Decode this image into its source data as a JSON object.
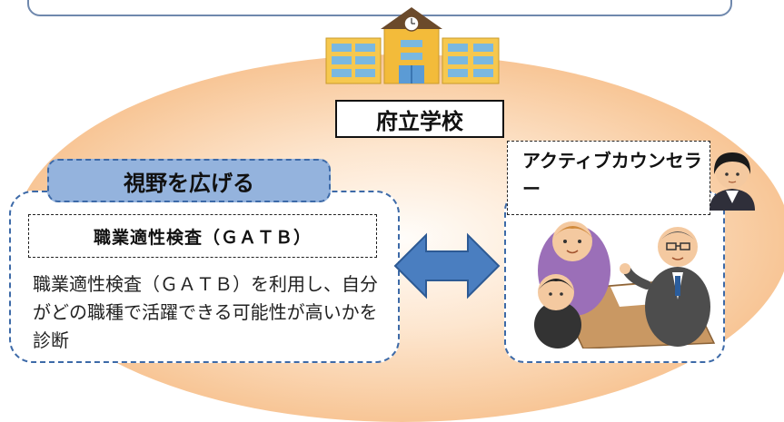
{
  "school": {
    "label": "府立学校",
    "icon": "school-building-icon"
  },
  "left_panel": {
    "header": "視野を広げる",
    "title": "職業適性検査（ＧＡＴＢ）",
    "description": "職業適性検査（ＧＡＴＢ）を利用し、自分がどの職種で活躍できる可能性が高いかを診断"
  },
  "right_panel": {
    "label": "アクティブカウンセラー",
    "icons": [
      "counselor-woman-icon",
      "counseling-meeting-illustration"
    ]
  },
  "connector": {
    "icon": "double-arrow-icon",
    "color": "#3d6aa8"
  },
  "colors": {
    "ellipse": "#f4a86a",
    "header_fill": "#94b3dd",
    "dashed_border": "#3d6aa8"
  }
}
